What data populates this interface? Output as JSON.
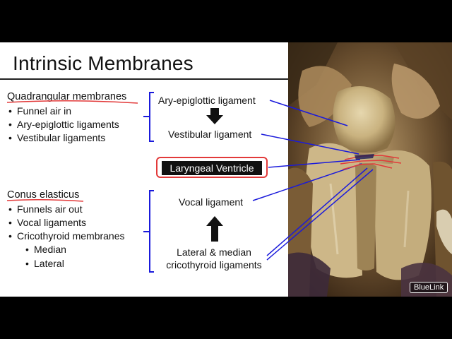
{
  "slide": {
    "title": "Intrinsic Membranes",
    "quadrangular": {
      "heading": "Quadrangular membranes",
      "bullets": [
        "Funnel air in",
        "Ary-epiglottic ligaments",
        "Vestibular ligaments"
      ]
    },
    "conus": {
      "heading": "Conus elasticus",
      "bullets": [
        "Funnels air out",
        "Vocal ligaments",
        "Cricothyroid membranes"
      ],
      "sub_bullets": [
        "Median",
        "Lateral"
      ]
    },
    "labels": {
      "ary_epiglottic": "Ary-epiglottic ligament",
      "vestibular": "Vestibular ligament",
      "ventricle": "Laryngeal Ventricle",
      "vocal": "Vocal ligament",
      "cricothyroid_line1": "Lateral & median",
      "cricothyroid_line2": "cricothyroid ligaments"
    }
  },
  "logo": {
    "text": "BlueLink"
  },
  "colors": {
    "pointer": "#1a1adb",
    "highlight": "#e23a3a",
    "bracket": "#1a1adb"
  }
}
